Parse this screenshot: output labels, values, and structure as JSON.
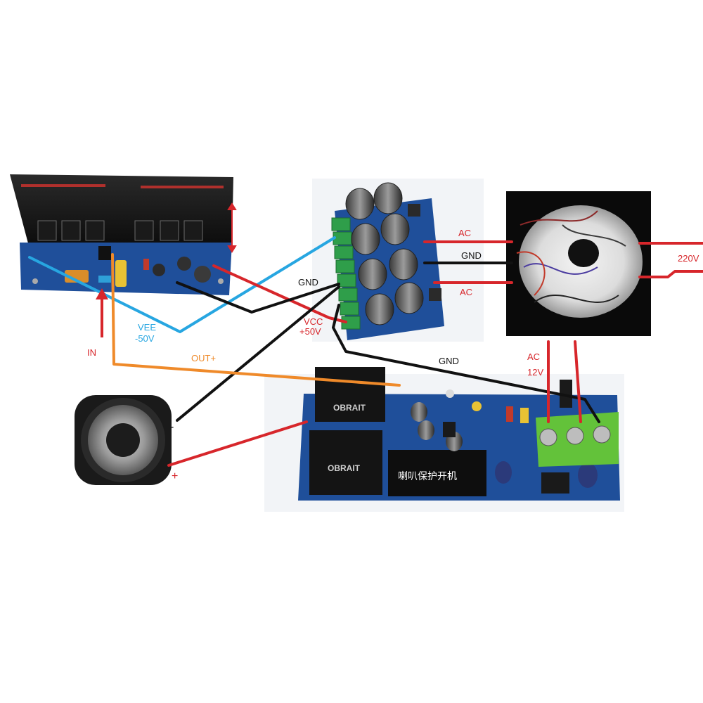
{
  "diagram": {
    "labels": {
      "in": "IN",
      "vee": "VEE",
      "vee_value": "-50V",
      "out_plus": "OUT+",
      "gnd_psu": "GND",
      "vcc": "VCC",
      "vcc_value": "+50V",
      "gnd_bottom": "GND",
      "ac_top": "AC",
      "gnd_mid": "GND",
      "ac_bottom": "AC",
      "mains": "220V",
      "ac_12v_line1": "AC",
      "ac_12v_line2": "12V",
      "speaker_minus": "-",
      "speaker_plus": "+"
    },
    "board_markings": {
      "relay_top": "OBRAIT",
      "relay_bottom": "OBRAIT",
      "protect_board_label": "喇叭保护开机"
    },
    "colors": {
      "red_wire": "#d7262b",
      "blue_wire": "#27a6e1",
      "black_wire": "#111111",
      "orange_wire": "#ef8a2a",
      "pcb_blue": "#1f4f9a",
      "terminal_green": "#2f9e4a",
      "label_text": "#d7262b"
    }
  }
}
